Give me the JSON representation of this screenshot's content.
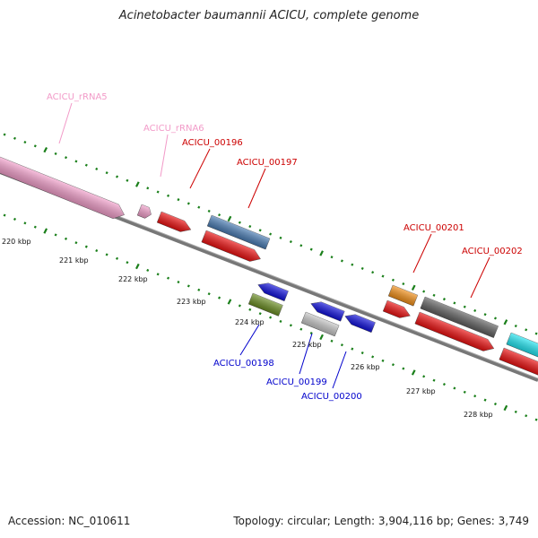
{
  "title": "Acinetobacter baumannii ACICU, complete genome",
  "footer": {
    "accession": "Accession: NC_010611",
    "stats": "Topology: circular; Length: 3,904,116 bp; Genes: 3,749"
  },
  "colors": {
    "plus_dots": "#1a7f1a",
    "minus_dots": "#1a7f1a",
    "backbone": "#777777",
    "plus_label": "#cc0000",
    "minus_label": "#0000cc",
    "rrna_label": "#f29ac8"
  },
  "kbp_ticks": [
    "220 kbp",
    "221 kbp",
    "222 kbp",
    "223 kbp",
    "224 kbp",
    "225 kbp",
    "226 kbp",
    "227 kbp",
    "228 kbp"
  ],
  "genes": [
    {
      "id": "ACICU_rRNA5",
      "color": "#f4a0cc"
    },
    {
      "id": "ACICU_rRNA6",
      "color": "#f4a0cc"
    },
    {
      "id": "ACICU_00196",
      "color": "#ee1111"
    },
    {
      "id": "ACICU_00197",
      "color": "#4a7db5"
    },
    {
      "id": "ACICU_00197b",
      "color": "#ee1111"
    },
    {
      "id": "ACICU_00198",
      "color": "#1111dd"
    },
    {
      "id": "ACICU_00198b",
      "color": "#6b8e23"
    },
    {
      "id": "ACICU_00199",
      "color": "#1111dd"
    },
    {
      "id": "ACICU_00199b",
      "color": "#c8c8c8"
    },
    {
      "id": "ACICU_00200",
      "color": "#1111dd"
    },
    {
      "id": "ACICU_00201",
      "color": "#f39018"
    },
    {
      "id": "ACICU_00201b",
      "color": "#ee1111"
    },
    {
      "id": "ACICU_00202",
      "color": "#606060"
    },
    {
      "id": "ACICU_00202b",
      "color": "#ee1111"
    },
    {
      "id": "cyan_gene",
      "color": "#22e6f2"
    },
    {
      "id": "edge_red_gene",
      "color": "#ee1111"
    }
  ],
  "labels": [
    {
      "text": "ACICU_rRNA5",
      "kind": "rrna"
    },
    {
      "text": "ACICU_rRNA6",
      "kind": "rrna"
    },
    {
      "text": "ACICU_00196",
      "kind": "plus"
    },
    {
      "text": "ACICU_00197",
      "kind": "plus"
    },
    {
      "text": "ACICU_00201",
      "kind": "plus"
    },
    {
      "text": "ACICU_00202",
      "kind": "plus"
    },
    {
      "text": "ACICU_00198",
      "kind": "minus"
    },
    {
      "text": "ACICU_00199",
      "kind": "minus"
    },
    {
      "text": "ACICU_00200",
      "kind": "minus"
    }
  ]
}
